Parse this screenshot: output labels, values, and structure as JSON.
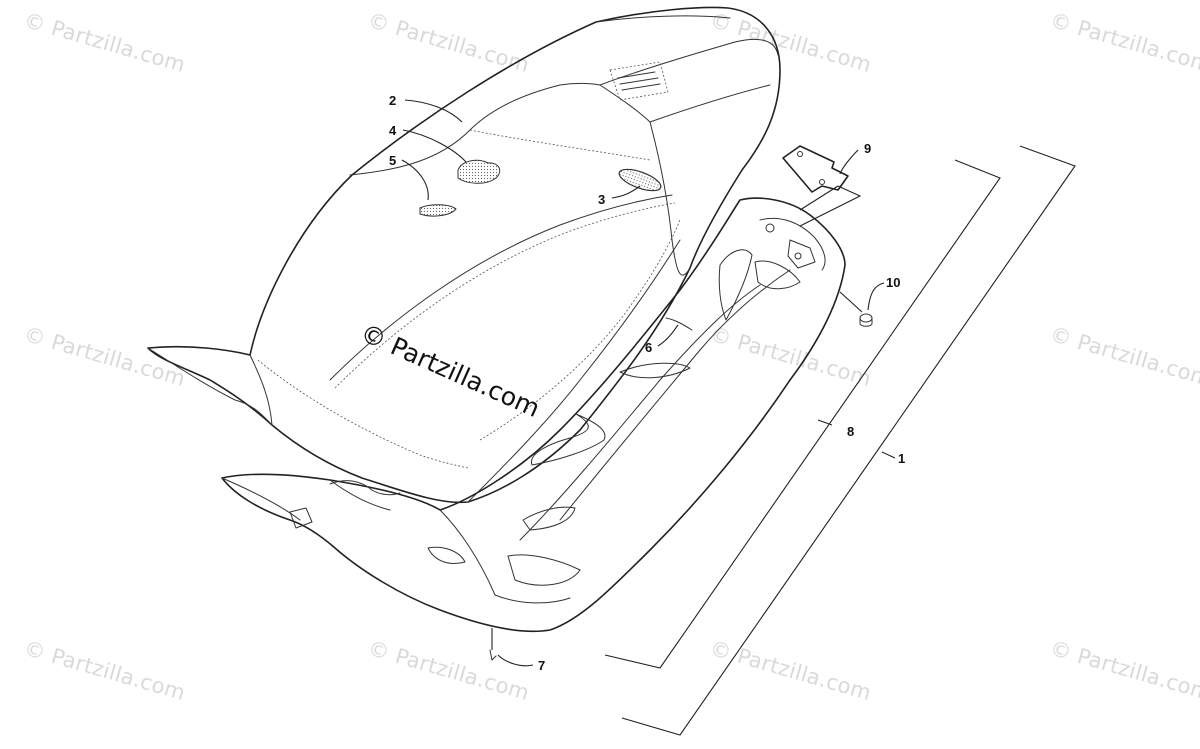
{
  "watermark": {
    "text": "Partzilla.com",
    "symbol": "©",
    "main_text": "© Partzilla.com"
  },
  "callouts": [
    {
      "id": "1",
      "label": "1"
    },
    {
      "id": "2",
      "label": "2"
    },
    {
      "id": "3",
      "label": "3"
    },
    {
      "id": "4",
      "label": "4"
    },
    {
      "id": "5",
      "label": "5"
    },
    {
      "id": "6",
      "label": "6"
    },
    {
      "id": "7",
      "label": "7"
    },
    {
      "id": "8",
      "label": "8"
    },
    {
      "id": "9",
      "label": "9"
    },
    {
      "id": "10",
      "label": "10"
    }
  ],
  "colors": {
    "line": "#222222",
    "watermark": "#d9d9d9",
    "background": "#ffffff"
  }
}
